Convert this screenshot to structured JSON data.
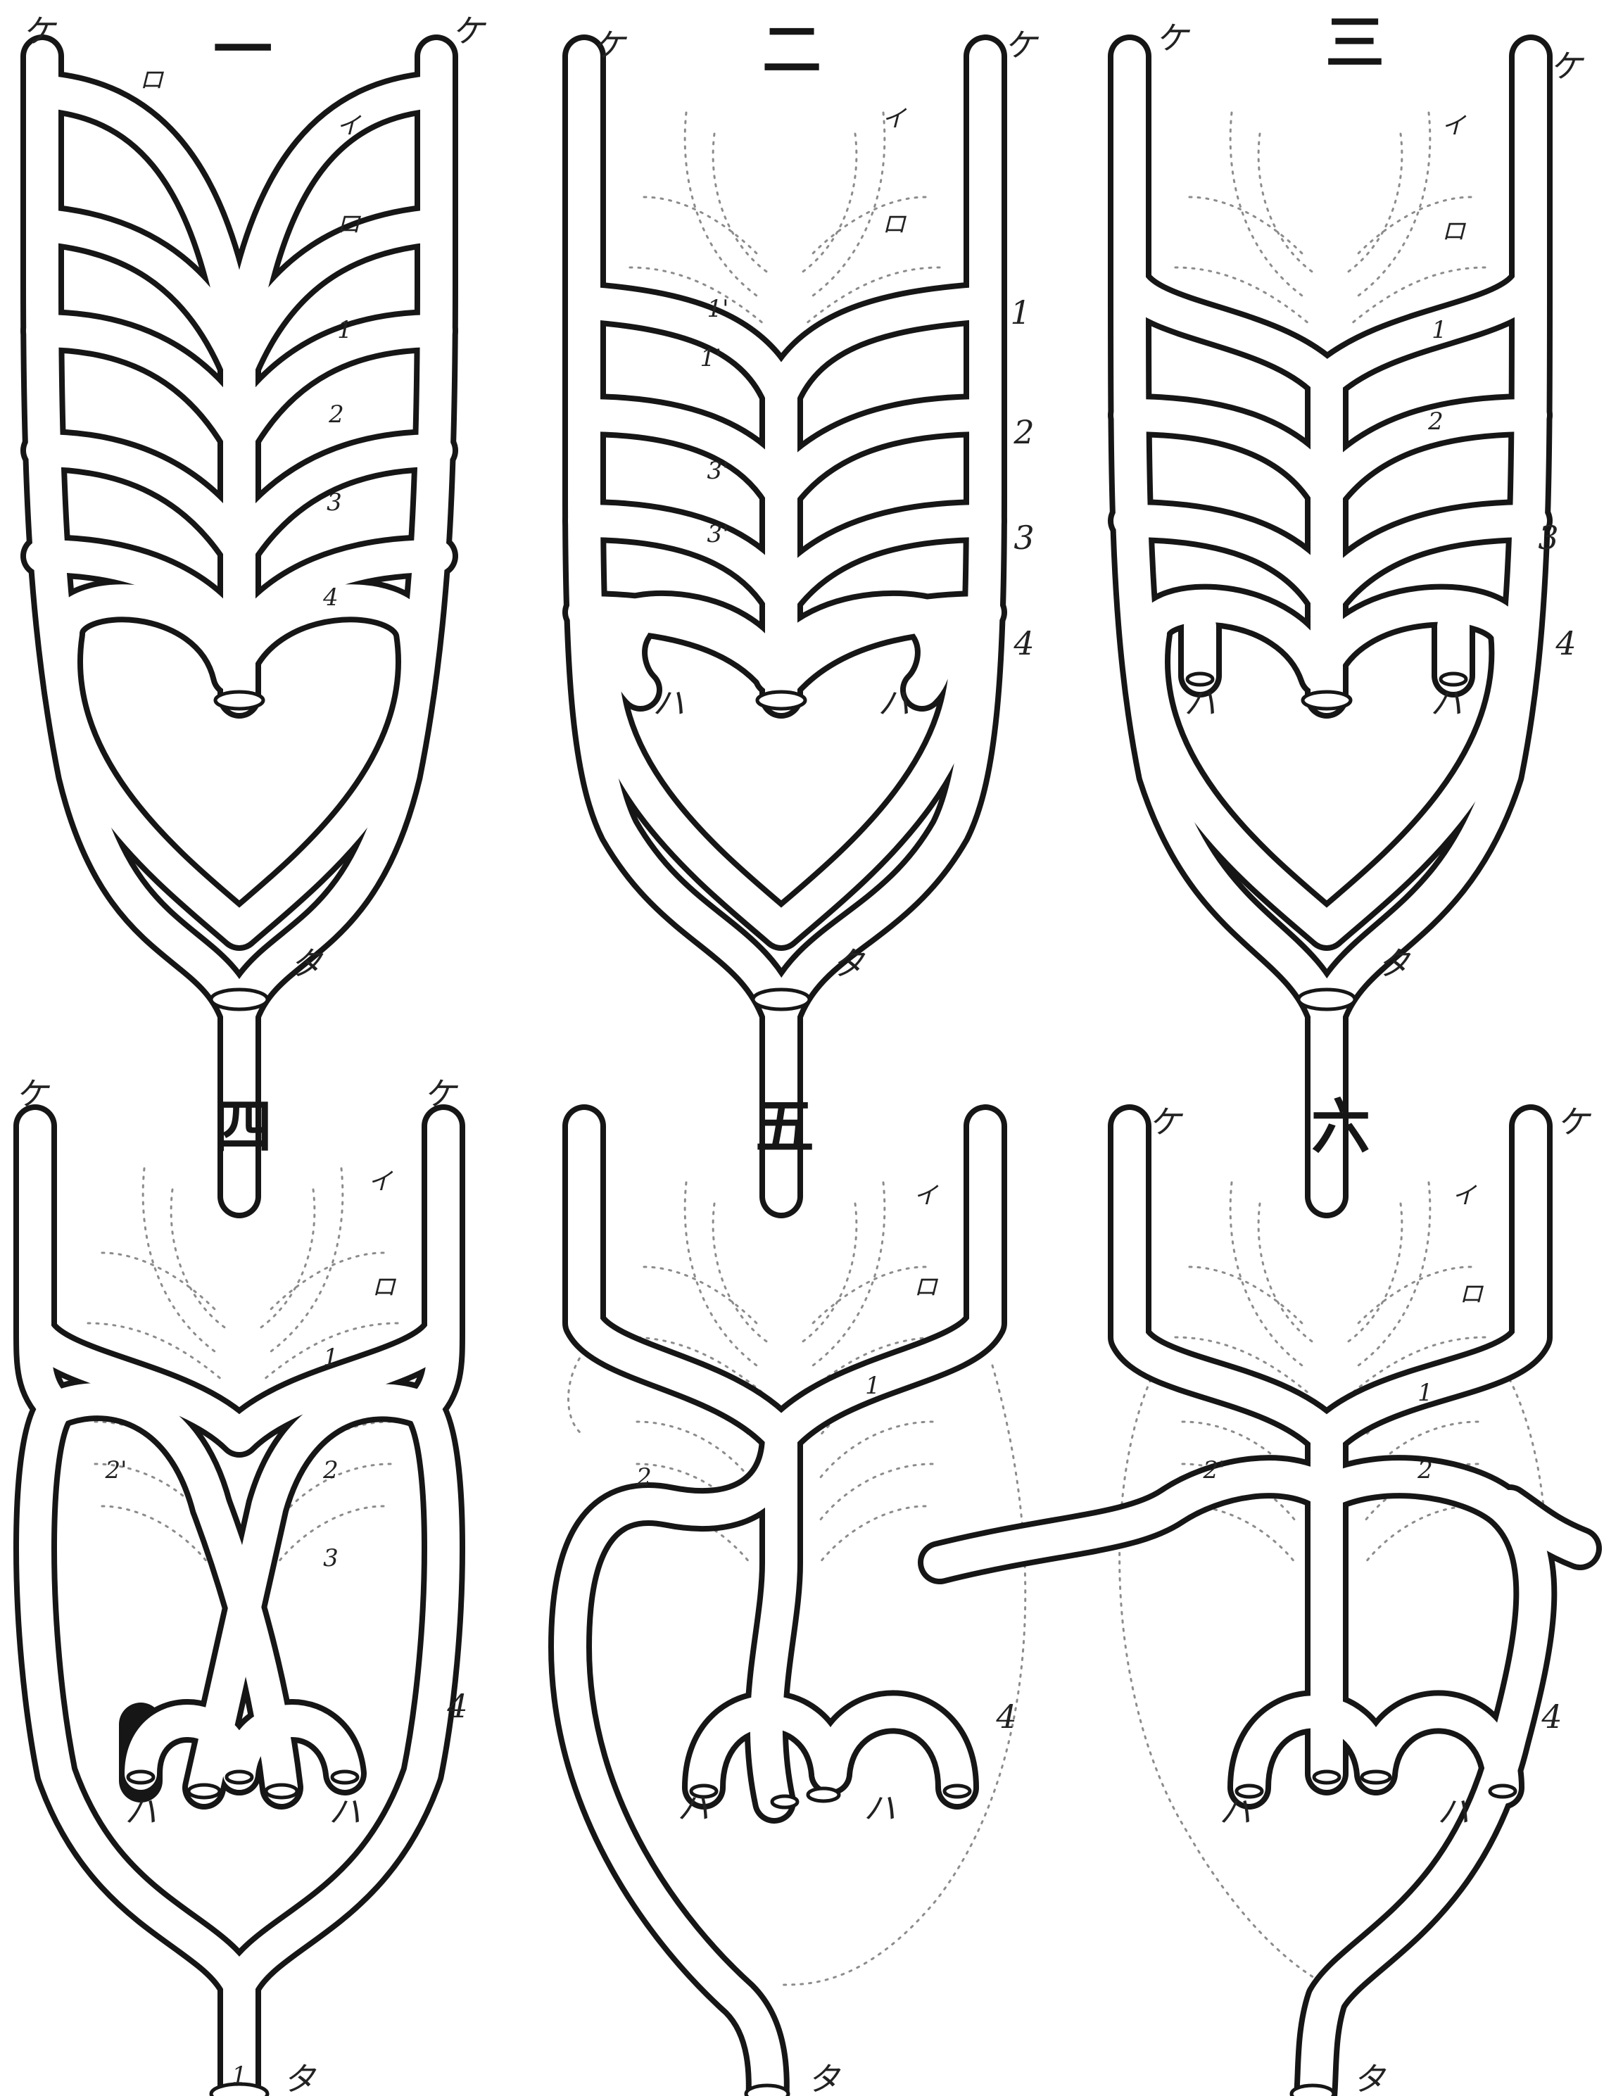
{
  "plate": {
    "figures": [
      {
        "id": "fig1",
        "title": "一",
        "arch_numbers": [
          "1",
          "2",
          "3",
          "4"
        ],
        "labels": {
          "top_left": "ケ",
          "top_right": "ケ",
          "inner_top": "ロ",
          "upper_1": "イ",
          "upper_2": "ロ",
          "trunk": "タ"
        }
      },
      {
        "id": "fig2",
        "title": "二",
        "arch_numbers": [
          "1",
          "2",
          "3",
          "4"
        ],
        "primed_numbers": [
          "1'",
          "1'",
          "3'",
          "3'"
        ],
        "labels": {
          "top_left": "ケ",
          "top_right": "ケ",
          "upper_1": "イ",
          "upper_2": "ロ",
          "pulm_left": "ハ",
          "pulm_right": "ハ",
          "trunk": "タ"
        }
      },
      {
        "id": "fig3",
        "title": "三",
        "arch_numbers": [
          "1",
          "2",
          "3",
          "4"
        ],
        "labels": {
          "top_left": "ケ",
          "top_right": "ケ",
          "upper_1": "イ",
          "upper_2": "ロ",
          "pulm_left": "ハ",
          "pulm_right": "ハ",
          "trunk": "タ"
        }
      },
      {
        "id": "fig4",
        "title": "四",
        "arch_numbers": [
          "1",
          "2'",
          "2",
          "3",
          "4"
        ],
        "labels": {
          "top_left": "ケ",
          "top_right": "ケ",
          "upper_1": "イ",
          "upper_2": "ロ",
          "pulm_left": "ハ",
          "pulm_right": "ハ",
          "trunk_mark": "1",
          "trunk": "タ"
        }
      },
      {
        "id": "fig5",
        "title": "五",
        "arch_numbers": [
          "1",
          "2",
          "4"
        ],
        "labels": {
          "upper_1": "イ",
          "upper_2": "ロ",
          "pulm_left": "ハ",
          "pulm_right": "ハ",
          "trunk": "タ"
        }
      },
      {
        "id": "fig6",
        "title": "六",
        "arch_numbers": [
          "1",
          "2'",
          "2",
          "4"
        ],
        "labels": {
          "top_left": "ケ",
          "top_right": "ケ",
          "upper_1": "イ",
          "upper_2": "ロ",
          "pulm_left": "ハ",
          "pulm_right": "ハ",
          "trunk": "タ"
        }
      }
    ]
  }
}
